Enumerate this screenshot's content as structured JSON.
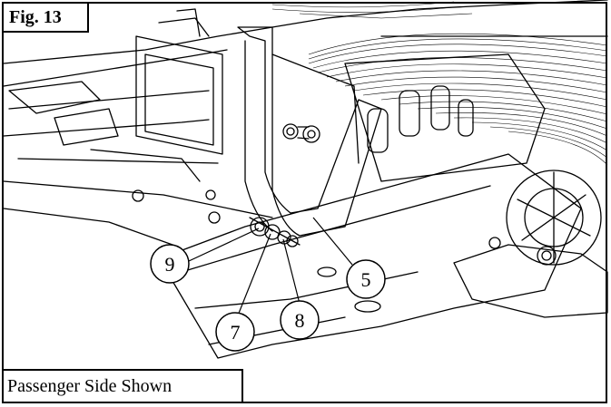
{
  "figure": {
    "label": "Fig. 13",
    "caption": "Passenger Side Shown",
    "callouts": [
      {
        "id": "c9",
        "label": "9"
      },
      {
        "id": "c7",
        "label": "7"
      },
      {
        "id": "c8",
        "label": "8"
      },
      {
        "id": "c5",
        "label": "5"
      }
    ]
  }
}
